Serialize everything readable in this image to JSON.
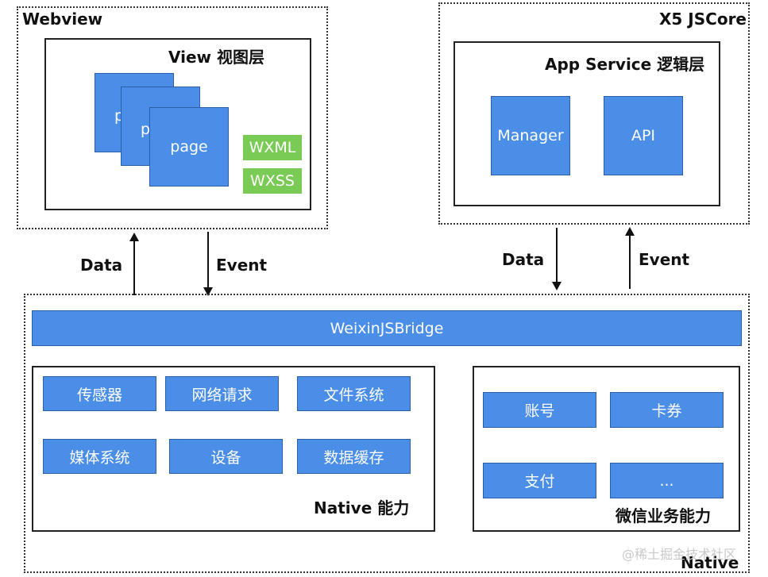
{
  "webview": {
    "title": "Webview",
    "view_layer": "View 视图层",
    "pages": [
      "p",
      "p",
      "page"
    ],
    "tags": [
      "WXML",
      "WXSS"
    ]
  },
  "jscore": {
    "title": "X5 JSCore",
    "service_layer": "App Service 逻辑层",
    "modules": [
      "Manager",
      "API"
    ]
  },
  "arrows": {
    "left_data": "Data",
    "left_event": "Event",
    "right_data": "Data",
    "right_event": "Event"
  },
  "native": {
    "title": "Native",
    "bridge": "WeixinJSBridge",
    "capabilities_title": "Native 能力",
    "capabilities": [
      "传感器",
      "网络请求",
      "文件系统",
      "媒体系统",
      "设备",
      "数据缓存"
    ],
    "wechat_title": "微信业务能力",
    "wechat": [
      "账号",
      "卡券",
      "支付",
      "..."
    ]
  },
  "watermark": "@稀土掘金技术社区"
}
